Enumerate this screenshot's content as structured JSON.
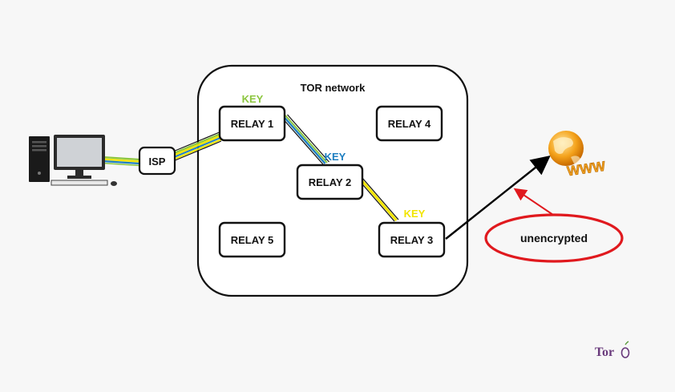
{
  "network": {
    "title": "TOR network"
  },
  "isp": {
    "label": "ISP"
  },
  "relays": {
    "r1": "RELAY 1",
    "r2": "RELAY 2",
    "r3": "RELAY 3",
    "r4": "RELAY 4",
    "r5": "RELAY 5"
  },
  "keys": {
    "k1": {
      "label": "KEY",
      "color": "#8cc63f"
    },
    "k2": {
      "label": "KEY",
      "color": "#1e7fc1"
    },
    "k3": {
      "label": "KEY",
      "color": "#f2e500"
    }
  },
  "callout": {
    "label": "unencrypted",
    "color": "#e0191e"
  },
  "www": {
    "label": "WWW"
  },
  "logo": {
    "text": "Tor"
  },
  "colors": {
    "background": "#f7f7f7",
    "box_fill": "#ffffff",
    "box_stroke": "#111111",
    "green": "#8cc63f",
    "blue": "#1e7fc1",
    "yellow": "#f2e500",
    "arrow": "#000000",
    "red": "#e0191e"
  }
}
